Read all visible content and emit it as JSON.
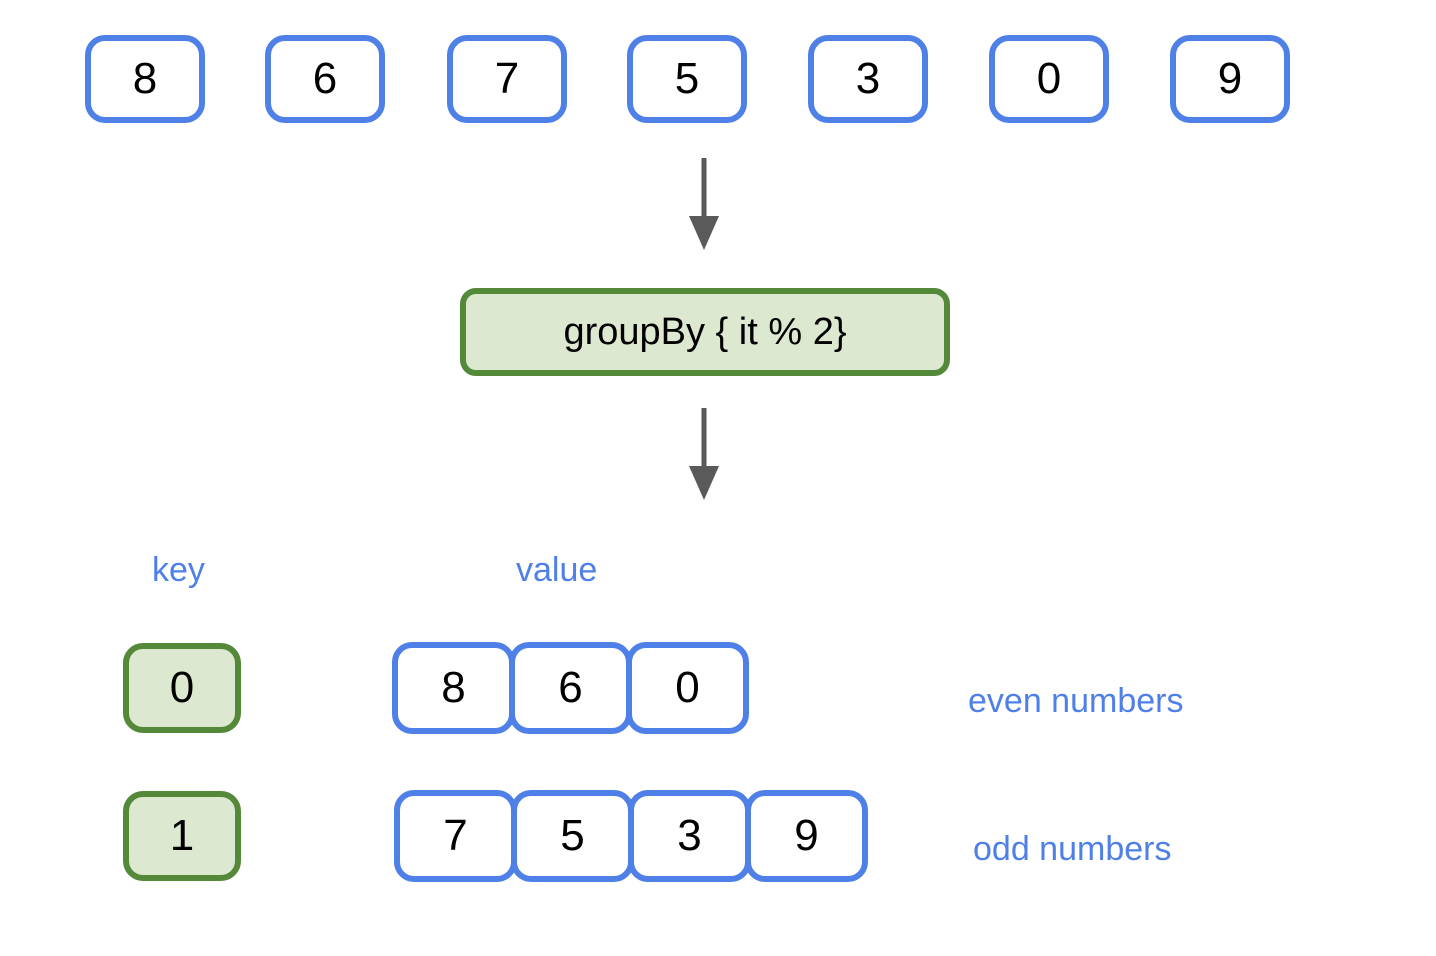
{
  "diagram": {
    "title": "groupBy { it % 2}",
    "colors": {
      "blue": "#4f80e8",
      "green_border": "#55893a",
      "green_fill": "#dde8d1",
      "arrow": "#5a5a5a",
      "background": "#ffffff",
      "text": "#000000"
    }
  },
  "input": {
    "items": [
      "8",
      "6",
      "7",
      "5",
      "3",
      "0",
      "9"
    ]
  },
  "operation": {
    "label": "groupBy { it % 2}"
  },
  "arrows": [
    {
      "name": "arrow-input-to-operation"
    },
    {
      "name": "arrow-operation-to-output"
    }
  ],
  "output": {
    "headers": {
      "key": "key",
      "value": "value"
    },
    "rows": [
      {
        "key": "0",
        "values": [
          "8",
          "6",
          "0"
        ],
        "note": "even numbers"
      },
      {
        "key": "1",
        "values": [
          "7",
          "5",
          "3",
          "9"
        ],
        "note": "odd numbers"
      }
    ]
  }
}
